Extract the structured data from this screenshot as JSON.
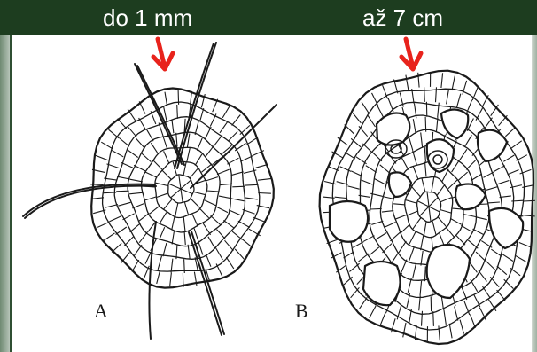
{
  "header": {
    "size_label_a": "do 1 mm",
    "size_label_b": "až 7 cm"
  },
  "figure": {
    "panel_a_letter": "A",
    "panel_b_letter": "B"
  },
  "colors": {
    "header_bg": "#1d3d1f",
    "arrow": "#e8231c",
    "ink": "#1a1a1a"
  }
}
